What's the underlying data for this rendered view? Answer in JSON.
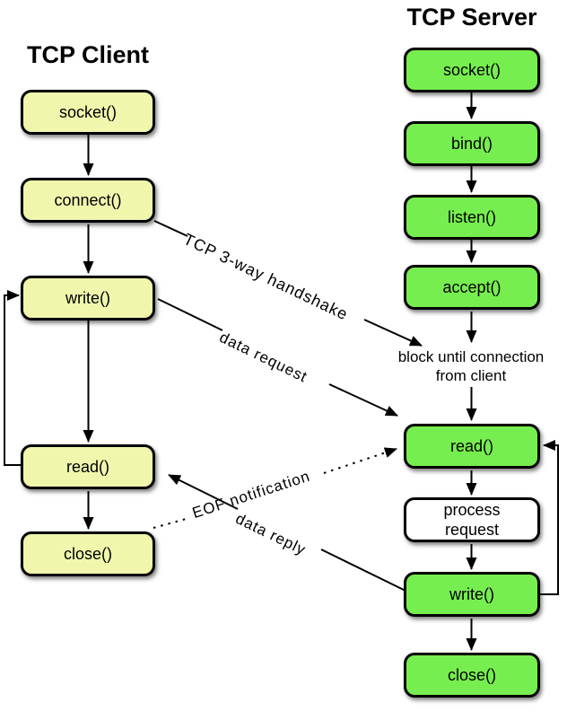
{
  "client": {
    "title": "TCP Client",
    "box_fill": "#f0f7ad",
    "boxes": [
      {
        "label": "socket()"
      },
      {
        "label": "connect()"
      },
      {
        "label": "write()"
      },
      {
        "label": "read()"
      },
      {
        "label": "close()"
      }
    ]
  },
  "server": {
    "title": "TCP Server",
    "box_fill": "#77ee4f",
    "process_fill": "#ffffff",
    "boxes": [
      {
        "label": "socket()"
      },
      {
        "label": "bind()"
      },
      {
        "label": "listen()"
      },
      {
        "label": "accept()"
      },
      {
        "label": "read()"
      },
      {
        "label": "process\nrequest"
      },
      {
        "label": "write()"
      },
      {
        "label": "close()"
      }
    ],
    "note": "block until connection\nfrom client"
  },
  "edges": {
    "handshake_label": "TCP 3-way handshake",
    "data_request_label": "data request",
    "eof_label": "EOF notification",
    "data_reply_label": "data reply"
  },
  "colors": {
    "line": "#000000",
    "background": "#ffffff"
  }
}
